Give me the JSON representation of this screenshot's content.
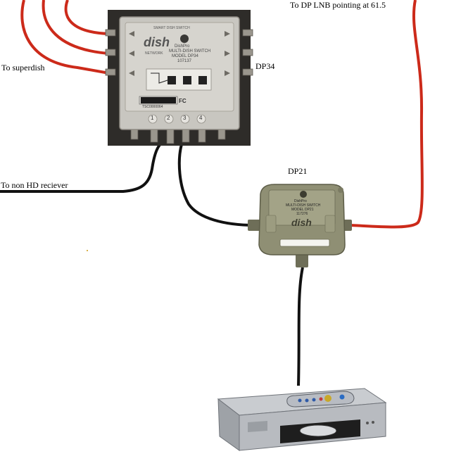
{
  "labels": {
    "to_dp_lnb": "To DP LNB pointing at 61.5",
    "to_superdish": "To superdish",
    "dp34": "DP34",
    "to_non_hd": "To non HD reciever",
    "dp21": "DP21"
  },
  "dp34_switch": {
    "brand": "dish",
    "brand_sub": "NETWORK",
    "line1": "DishPro",
    "line2": "MULTI-DISH SWITCH",
    "line3": "MODEL DP34",
    "line4": "107137",
    "top_text": "SMART DISH SWITCH",
    "fcc": "FC",
    "serial": "TSC0000064",
    "ports": [
      "1",
      "2",
      "3",
      "4"
    ]
  },
  "dp21_switch": {
    "line1": "DishPro",
    "line2": "MULTI-DISH SWITCH",
    "line3": "MODEL DP21",
    "line4": "117276",
    "brand": "dish"
  },
  "colors": {
    "cable_red": "#cc2a1a",
    "cable_black": "#111111",
    "switch_gray": "#c8c6c0",
    "dp21_olive": "#8f8f74"
  }
}
